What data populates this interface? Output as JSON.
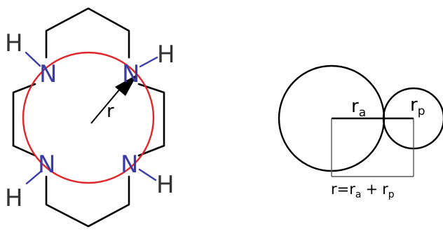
{
  "colors": {
    "bond": "#000000",
    "nitrogen": "#3b3ba6",
    "hydrogen": "#333333",
    "cavity_circle": "#e0262a",
    "radius_arrow": "#000000",
    "diagram_lines": "#000000",
    "guide_lines": "#555555"
  },
  "molecule": {
    "atoms": {
      "n_top_left": "N",
      "n_top_right": "N",
      "n_bottom_left": "N",
      "n_bottom_right": "N",
      "h_top_left": "H",
      "h_top_right": "H",
      "h_bottom_left": "H",
      "h_bottom_right": "H"
    },
    "radius_label": "r"
  },
  "ion_pair": {
    "anion_label": "r",
    "anion_sub": "a",
    "cation_label": "r",
    "cation_sub": "p",
    "formula": {
      "r": "r",
      "eq": "=",
      "ra_base": "r",
      "ra_sub": "a",
      "plus": "+",
      "rp_base": "r",
      "rp_sub": "p"
    }
  }
}
